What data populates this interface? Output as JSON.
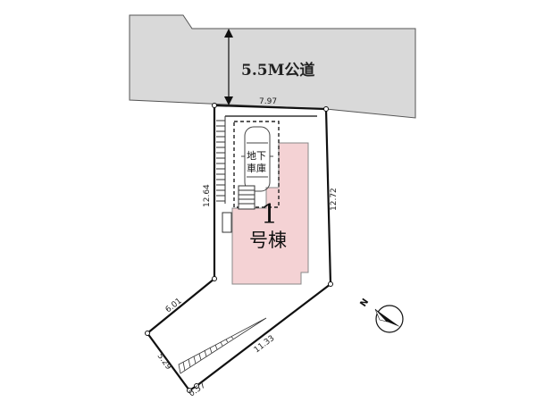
{
  "road": {
    "label": "5.5M公道",
    "fill_color": "#d9d9d9",
    "stroke_color": "#555555"
  },
  "building": {
    "number": "1",
    "name": "号棟",
    "fill_color": "#f4d2d4",
    "stroke_color": "#888888"
  },
  "garage": {
    "label_line1": "地下",
    "label_line2": "車庫"
  },
  "dimensions": {
    "top": "7.97",
    "left": "12.64",
    "right": "12.72",
    "left_diagonal": "6.01",
    "right_diagonal": "11.33",
    "bottom_left": "5.29",
    "bottom_tip": "0.57"
  },
  "north_arrow": {
    "label": "N",
    "icon": "north-arrow-icon"
  }
}
